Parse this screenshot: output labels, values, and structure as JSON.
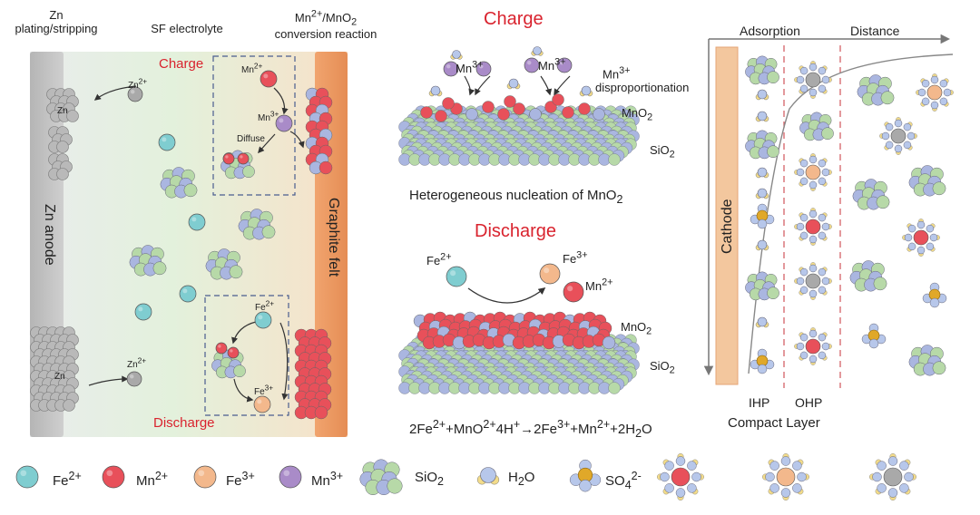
{
  "left_panel": {
    "zn_plating_title": "Zn\nplating/stripping",
    "sf_electrolyte_title": "SF electrolyte",
    "conversion_title": "Mn2+/MnO2\nconversion reaction",
    "charge_label": "Charge",
    "discharge_label": "Discharge",
    "zn_anode_label": "Zn anode",
    "graphite_felt_label": "Graphite felt",
    "zn_label_top": "Zn",
    "zn_label_bottom": "Zn",
    "zn2_top": "Zn2+",
    "zn2_bottom": "Zn2+",
    "mn2_label": "Mn2+",
    "mn3_label": "Mn3+",
    "diffuse_label": "Diffuse",
    "fe2_label": "Fe2+",
    "fe3_label": "Fe3+"
  },
  "middle_panel": {
    "charge_title": "Charge",
    "mn3_left": "Mn3+",
    "mn3_right": "Mn3+",
    "mn3_note": "Mn3+\ndisproportionation",
    "mno2_top": "MnO2",
    "sio2_top": "SiO2",
    "nucleation_caption": "Heterogeneous nucleation of MnO2",
    "discharge_title": "Discharge",
    "fe2_label": "Fe2+",
    "fe3_label": "Fe3+",
    "mn2_label": "Mn2+",
    "mno2_bottom": "MnO2",
    "sio2_bottom": "SiO2",
    "equation": "2Fe2++MnO2+4H+→2Fe3++Mn2++2H2O"
  },
  "right_panel": {
    "adsorption_label": "Adsorption",
    "distance_label": "Distance",
    "cathode_label": "Cathode",
    "ihp_label": "IHP",
    "ohp_label": "OHP",
    "compact_layer_label": "Compact Layer"
  },
  "legend": {
    "items": [
      {
        "label": "Fe2+"
      },
      {
        "label": "Mn2+"
      },
      {
        "label": "Fe3+"
      },
      {
        "label": "Mn3+"
      },
      {
        "label": "SiO2"
      },
      {
        "label": "H2O"
      },
      {
        "label": "SO42-"
      }
    ]
  },
  "colors": {
    "fe2": "#7fcdd0",
    "mn2": "#e8505a",
    "fe3": "#f3b88c",
    "mn3": "#a98bc8",
    "sio2_green": "#b7d9a8",
    "sio2_blue": "#aab6e0",
    "water_blue": "#b7c7ea",
    "water_yellow": "#f3dc8a",
    "sulfate": "#e0a829",
    "zn_gray": "#a9a9a9",
    "graphite": "#e8945a",
    "label_red": "#d9232e",
    "dashed_blue": "#4a5d8f",
    "dashed_red": "#d0555b"
  }
}
